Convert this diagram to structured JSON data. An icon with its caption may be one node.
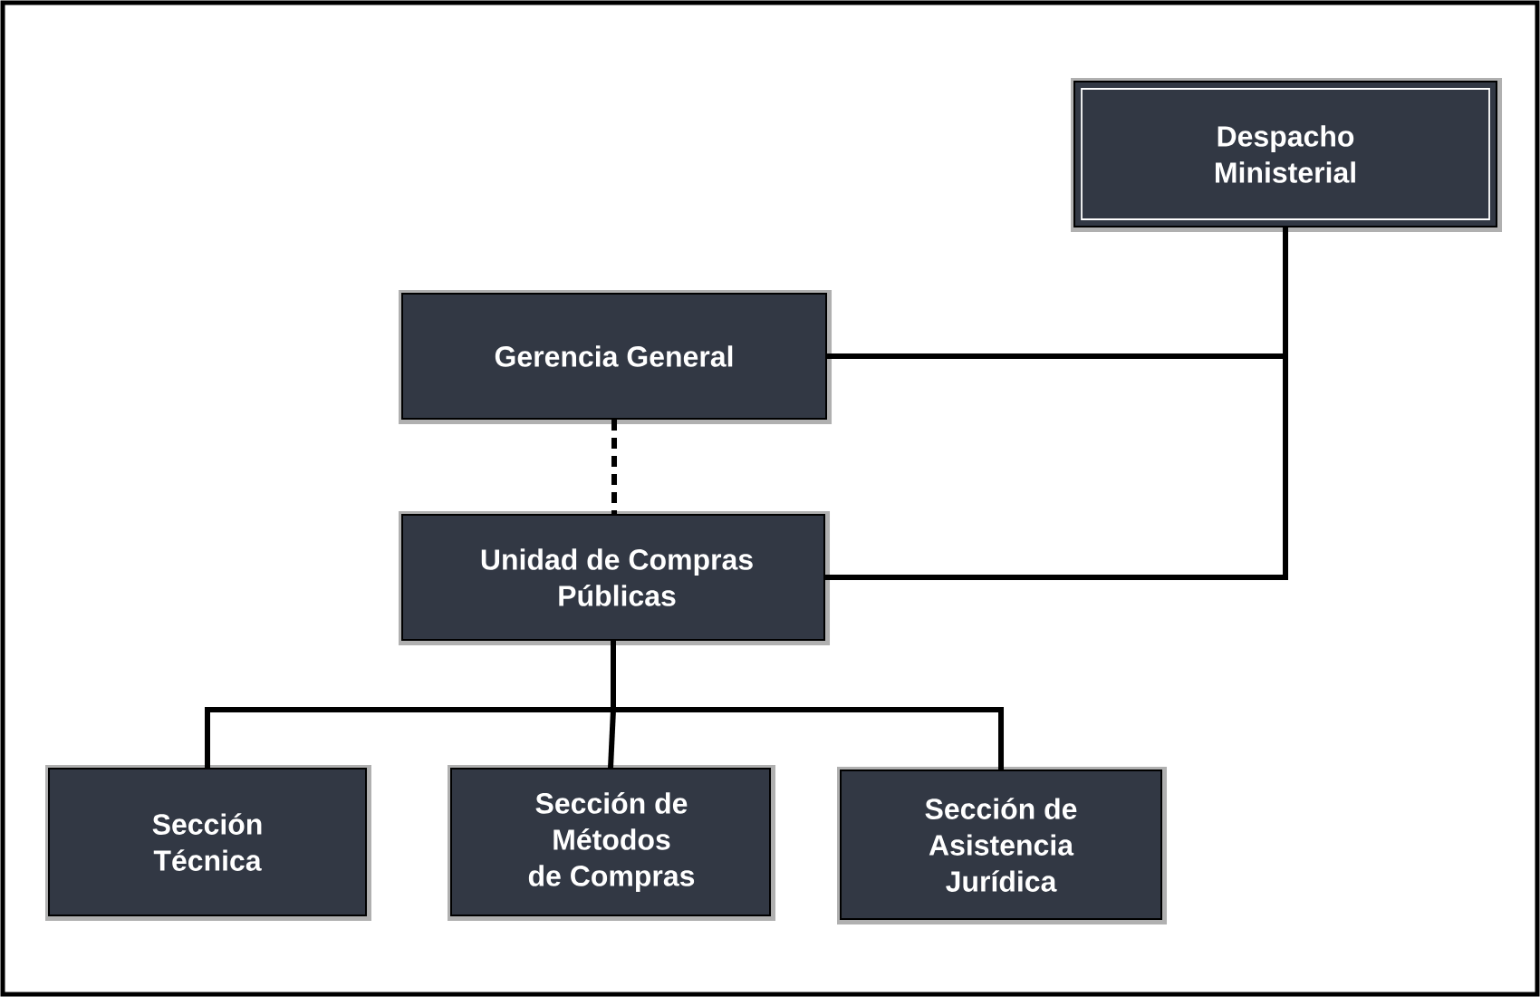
{
  "diagram": {
    "nodes": [
      {
        "text": [
          "Despacho Ministerial"
        ]
      },
      {
        "text": [
          "Gerencia General"
        ]
      },
      {
        "text": [
          "Unidad de Compras Públicas"
        ]
      },
      {
        "text": [
          "Sección Técnica"
        ]
      },
      {
        "text": [
          "Sección de Métodos de Compras"
        ]
      },
      {
        "text": [
          "Sección de Asistencia Jurídica"
        ]
      }
    ],
    "edges": [
      {
        "from": 0,
        "to": 1,
        "arrow": "none"
      },
      {
        "from": 0,
        "to": 2,
        "arrow": "none"
      },
      {
        "from": 1,
        "to": 2,
        "arrow": "none",
        "style": "dashed"
      },
      {
        "from": 2,
        "to": 3,
        "arrow": "none"
      },
      {
        "from": 2,
        "to": 4,
        "arrow": "none"
      },
      {
        "from": 2,
        "to": 5,
        "arrow": "none"
      }
    ]
  }
}
